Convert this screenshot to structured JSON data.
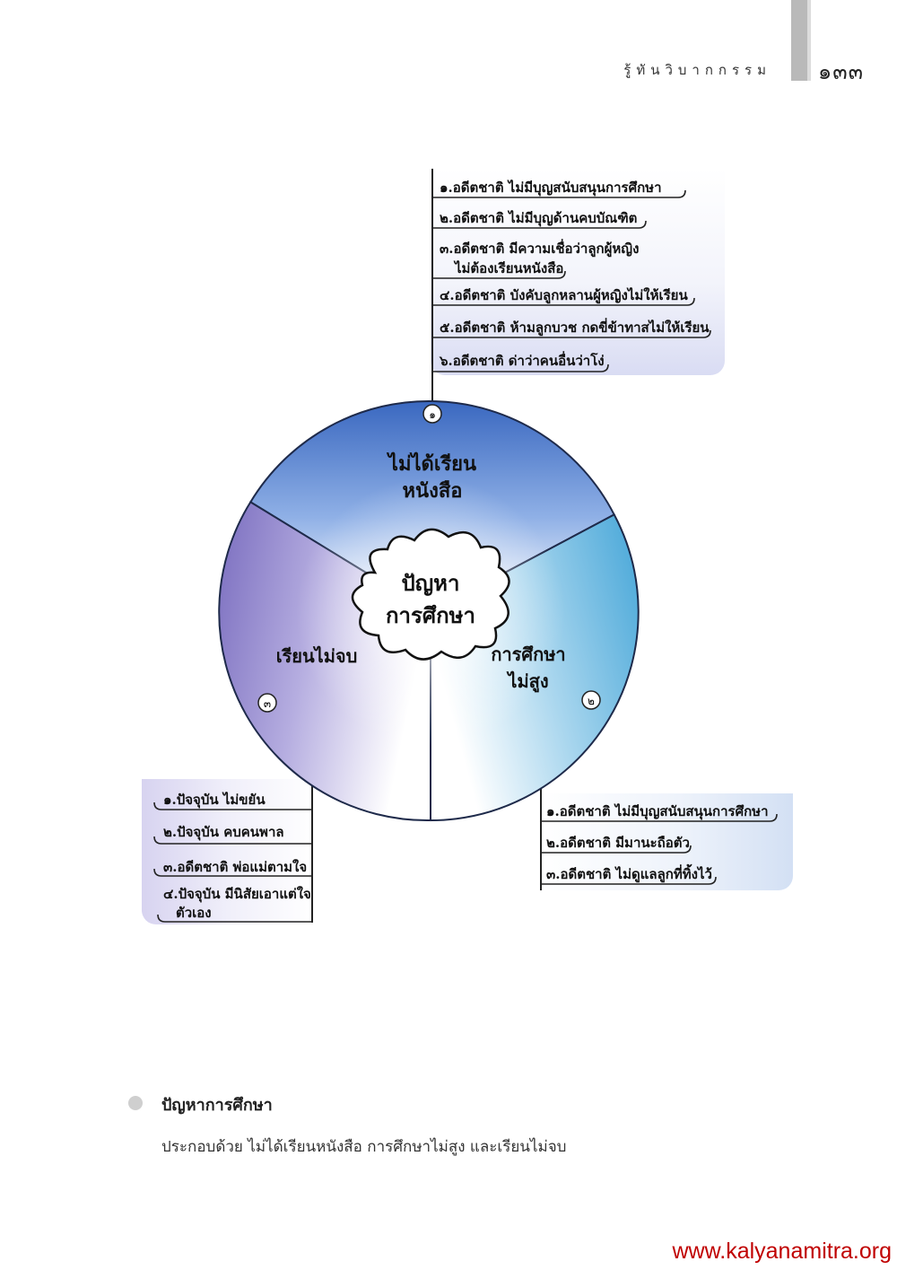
{
  "header": {
    "running_title": "รู้ทันวิบากกรรม",
    "page_number": "๑๓๓"
  },
  "diagram": {
    "center": {
      "line1": "ปัญหา",
      "line2": "การศึกษา"
    },
    "sectors": [
      {
        "number": "๑",
        "line1": "ไม่ได้เรียน",
        "line2": "หนังสือ",
        "color": "#3f6ec4"
      },
      {
        "number": "๒",
        "line1": "การศึกษา",
        "line2": "ไม่สูง",
        "color": "#4aa8d8"
      },
      {
        "number": "๓",
        "line1": "เรียนไม่จบ",
        "line2": "",
        "color": "#7b6fc0"
      }
    ],
    "branch_top": [
      "๑.อดีตชาติ ไม่มีบุญสนับสนุนการศึกษา",
      "๒.อดีตชาติ ไม่มีบุญด้านคบบัณฑิต",
      "๓.อดีตชาติ มีความเชื่อว่าลูกผู้หญิง",
      "ไม่ต้องเรียนหนังสือ",
      "๔.อดีตชาติ บังคับลูกหลานผู้หญิงไม่ให้เรียน",
      "๕.อดีตชาติ ห้ามลูกบวช กดขี่ข้าทาสไม่ให้เรียน",
      "๖.อดีตชาติ ด่าว่าคนอื่นว่าโง่"
    ],
    "branch_right": [
      "๑.อดีตชาติ ไม่มีบุญสนับสนุนการศึกษา",
      "๒.อดีตชาติ มีมานะถือตัว",
      "๓.อดีตชาติ ไม่ดูแลลูกที่ทิ้งไว้"
    ],
    "branch_left": [
      "๑.ปัจจุบัน ไม่ขยัน",
      "๒.ปัจจุบัน คบคนพาล",
      "๓.อดีตชาติ พ่อแม่ตามใจ",
      "๔.ปัจจุบัน มีนิสัยเอาแต่ใจ",
      "ตัวเอง"
    ]
  },
  "caption": {
    "title": "ปัญหาการศึกษา",
    "text": "ประกอบด้วย ไม่ได้เรียนหนังสือ การศึกษาไม่สูง และเรียนไม่จบ"
  },
  "footer": {
    "url": "www.kalyanamitra.org"
  }
}
